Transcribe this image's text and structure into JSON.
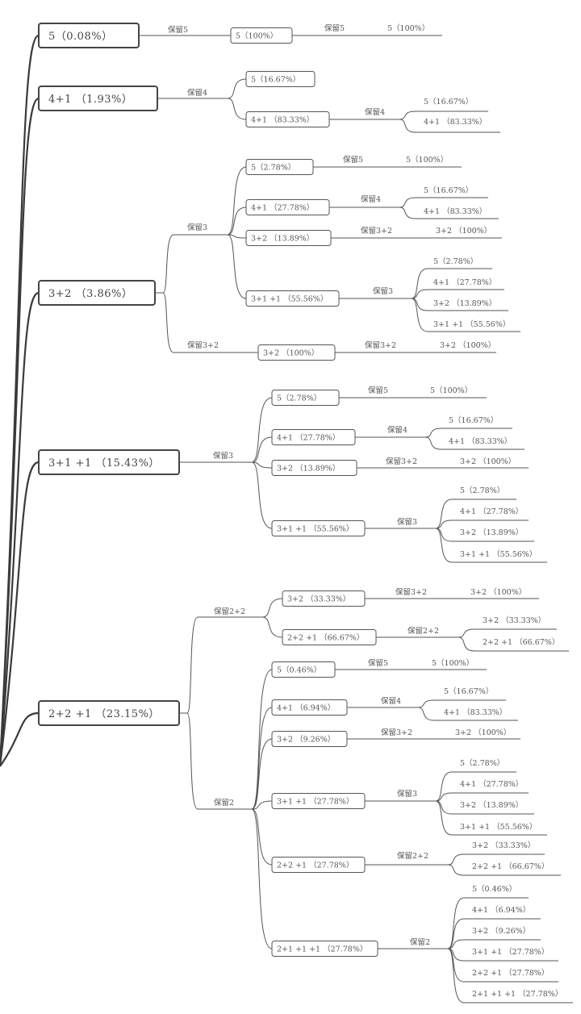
{
  "r1": {
    "label": "5（0.08%）",
    "action": "保留5",
    "child": {
      "label": "5（100%）",
      "action": "保留5",
      "outcomes": [
        "5（100%）"
      ]
    }
  },
  "r2": {
    "label": "4+1 （1.93%）",
    "action": "保留4",
    "children": [
      {
        "label": "5（16.67%）"
      },
      {
        "label": "4+1 （83.33%）",
        "action": "保留4",
        "outcomes": [
          "5（16.67%）",
          "4+1 （83.33%）"
        ]
      }
    ]
  },
  "r3": {
    "label": "3+2 （3.86%）",
    "branches": [
      {
        "action": "保留3",
        "children": [
          {
            "label": "5（2.78%）",
            "action": "保留5",
            "outcomes": [
              "5（100%）"
            ]
          },
          {
            "label": "4+1 （27.78%）",
            "action": "保留4",
            "outcomes": [
              "5（16.67%）",
              "4+1 （83.33%）"
            ]
          },
          {
            "label": "3+2 （13.89%）",
            "action": "保留3+2",
            "outcomes": [
              "3+2 （100%）"
            ]
          },
          {
            "label": "3+1 +1 （55.56%）",
            "action": "保留3",
            "outcomes": [
              "5（2.78%）",
              "4+1 （27.78%）",
              "3+2 （13.89%）",
              "3+1 +1 （55.56%）"
            ]
          }
        ]
      },
      {
        "action": "保留3+2",
        "children": [
          {
            "label": "3+2 （100%）",
            "action": "保留3+2",
            "outcomes": [
              "3+2 （100%）"
            ]
          }
        ]
      }
    ]
  },
  "r4": {
    "label": "3+1 +1 （15.43%）",
    "action": "保留3",
    "children": [
      {
        "label": "5（2.78%）",
        "action": "保留5",
        "outcomes": [
          "5（100%）"
        ]
      },
      {
        "label": "4+1 （27.78%）",
        "action": "保留4",
        "outcomes": [
          "5（16.67%）",
          "4+1 （83.33%）"
        ]
      },
      {
        "label": "3+2 （13.89%）",
        "action": "保留3+2",
        "outcomes": [
          "3+2 （100%）"
        ]
      },
      {
        "label": "3+1 +1 （55.56%）",
        "action": "保留3",
        "outcomes": [
          "5（2.78%）",
          "4+1 （27.78%）",
          "3+2 （13.89%）",
          "3+1 +1 （55.56%）"
        ]
      }
    ]
  },
  "r5": {
    "label": "2+2 +1 （23.15%）",
    "branches": [
      {
        "action": "保留2+2",
        "children": [
          {
            "label": "3+2 （33.33%）",
            "action": "保留3+2",
            "outcomes": [
              "3+2 （100%）"
            ]
          },
          {
            "label": "2+2 +1 （66.67%）",
            "action": "保留2+2",
            "outcomes": [
              "3+2 （33.33%）",
              "2+2 +1 （66.67%）"
            ]
          }
        ]
      },
      {
        "action": "保留2",
        "children": [
          {
            "label": "5（0.46%）",
            "action": "保留5",
            "outcomes": [
              "5（100%）"
            ]
          },
          {
            "label": "4+1 （6.94%）",
            "action": "保留4",
            "outcomes": [
              "5（16.67%）",
              "4+1 （83.33%）"
            ]
          },
          {
            "label": "3+2 （9.26%）",
            "action": "保留3+2",
            "outcomes": [
              "3+2 （100%）"
            ]
          },
          {
            "label": "3+1 +1 （27.78%）",
            "action": "保留3",
            "outcomes": [
              "5（2.78%）",
              "4+1 （27.78%）",
              "3+2 （13.89%）",
              "3+1 +1 （55.56%）"
            ]
          },
          {
            "label": "2+2 +1 （27.78%）",
            "action": "保留2+2",
            "outcomes": [
              "3+2 （33.33%）",
              "2+2 +1 （66.67%）"
            ]
          },
          {
            "label": "2+1 +1 +1 （27.78%）",
            "action": "保留2",
            "outcomes": [
              "5（0.46%）",
              "4+1 （6.94%）",
              "3+2 （9.26%）",
              "3+1 +1 （27.78%）",
              "2+2 +1 （27.78%）",
              "2+1 +1 +1 （27.78%）"
            ]
          }
        ]
      }
    ]
  }
}
